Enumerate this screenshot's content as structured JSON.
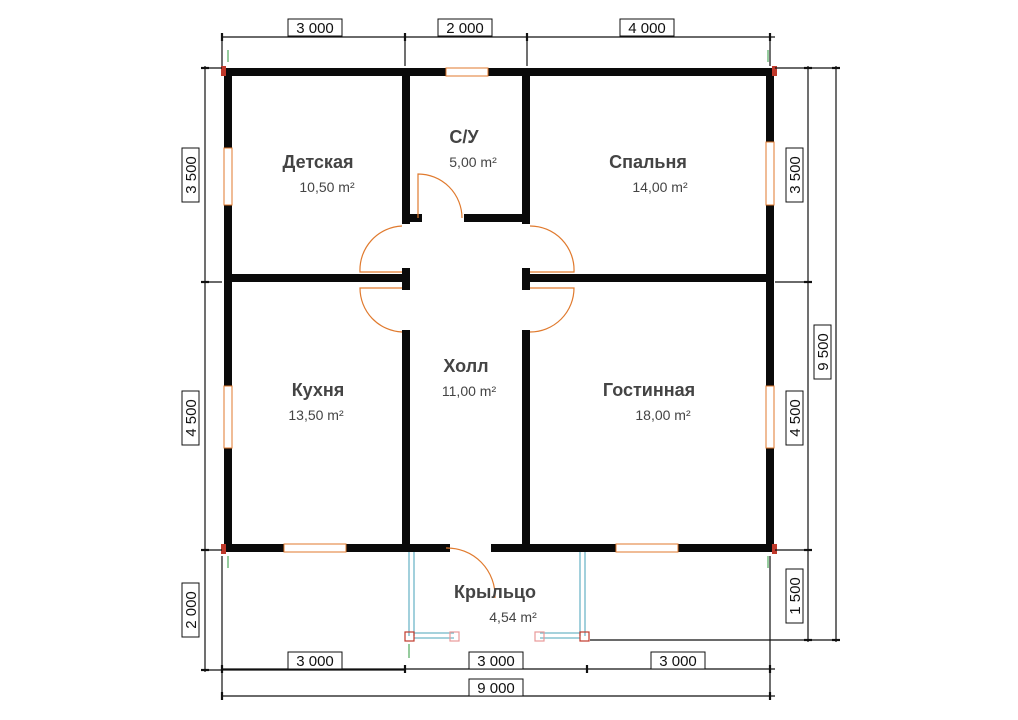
{
  "rooms": {
    "detskaya": {
      "name": "Детская",
      "area": "10,50 m²"
    },
    "su": {
      "name": "С/У",
      "area": "5,00 m²"
    },
    "spalnya": {
      "name": "Спальня",
      "area": "14,00 m²"
    },
    "kukhnya": {
      "name": "Кухня",
      "area": "13,50 m²"
    },
    "kholl": {
      "name": "Холл",
      "area": "11,00 m²"
    },
    "gostinaya": {
      "name": "Гостинная",
      "area": "18,00 m²"
    },
    "krylco": {
      "name": "Крыльцо",
      "area": "4,54 m²"
    }
  },
  "dimensions": {
    "top": [
      "3 000",
      "2 000",
      "4 000"
    ],
    "bottom": [
      "3 000",
      "3 000",
      "3 000"
    ],
    "total_width": "9 000",
    "left": [
      "3 500",
      "4 500",
      "2 000"
    ],
    "right": [
      "3 500",
      "4 500",
      "1 500"
    ],
    "total_height": "9 500"
  },
  "colors": {
    "wall": "#0a0a0a",
    "door": "#e07a2e",
    "porch": "#6fb7c8"
  }
}
